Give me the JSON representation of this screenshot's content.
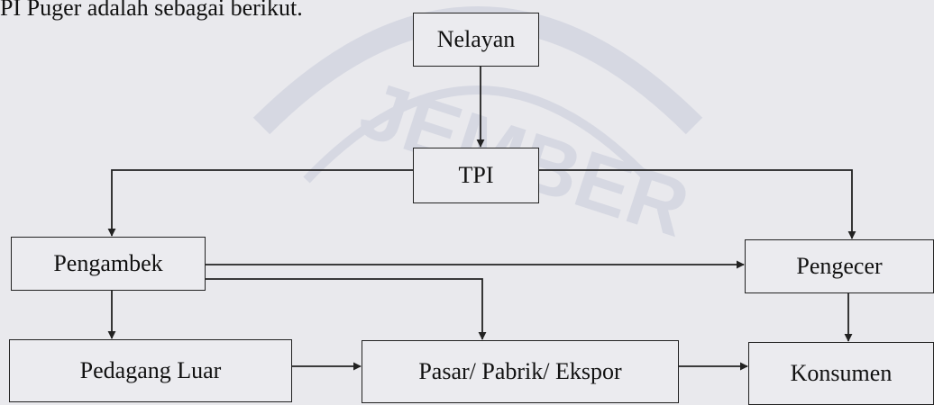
{
  "intro_text": "PI Puger adalah sebagai berikut.",
  "watermark_text": "JEMBER",
  "nodes": {
    "nelayan": "Nelayan",
    "tpi": "TPI",
    "pengambek": "Pengambek",
    "pengecer": "Pengecer",
    "pedagang_luar": "Pedagang Luar",
    "pasar": "Pasar/ Pabrik/ Ekspor",
    "konsumen": "Konsumen"
  },
  "edges": [
    {
      "from": "Nelayan",
      "to": "TPI"
    },
    {
      "from": "TPI",
      "to": "Pengambek"
    },
    {
      "from": "TPI",
      "to": "Pengecer"
    },
    {
      "from": "Pengambek",
      "to": "Pengecer"
    },
    {
      "from": "Pengambek",
      "to": "Pasar/ Pabrik/ Ekspor"
    },
    {
      "from": "Pengambek",
      "to": "Pedagang Luar"
    },
    {
      "from": "Pedagang Luar",
      "to": "Pasar/ Pabrik/ Ekspor"
    },
    {
      "from": "Pasar/ Pabrik/ Ekspor",
      "to": "Konsumen"
    },
    {
      "from": "Pengecer",
      "to": "Konsumen"
    }
  ],
  "colors": {
    "line": "#222222",
    "background": "#e9e9ed",
    "watermark": "#3a4f8a"
  }
}
